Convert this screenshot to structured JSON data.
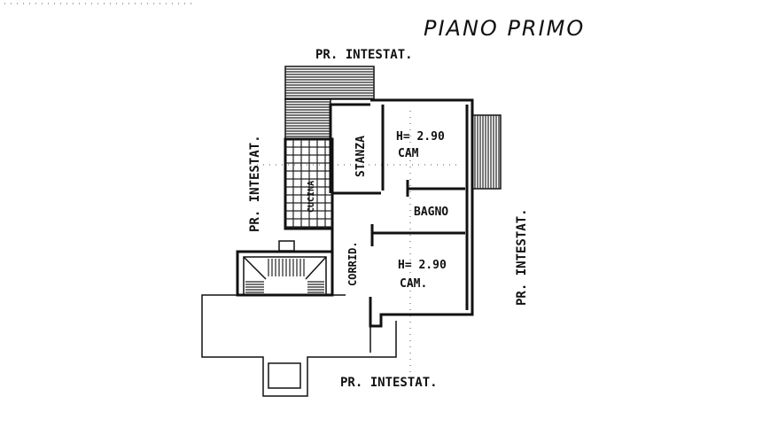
{
  "title": "PIANO PRIMO",
  "boundaries": {
    "top": "PR. INTESTAT.",
    "left": "PR. INTESTAT.",
    "right": "PR. INTESTAT.",
    "bottom": "PR. INTESTAT."
  },
  "rooms": {
    "stanza": "STANZA",
    "cucina": "CUCINA",
    "bagno": "BAGNO",
    "corridoio": "CORRID.",
    "camera_top": {
      "height": "H= 2.90",
      "name": "CAM"
    },
    "camera_bottom": {
      "height": "H= 2.90",
      "name": "CAM."
    }
  }
}
